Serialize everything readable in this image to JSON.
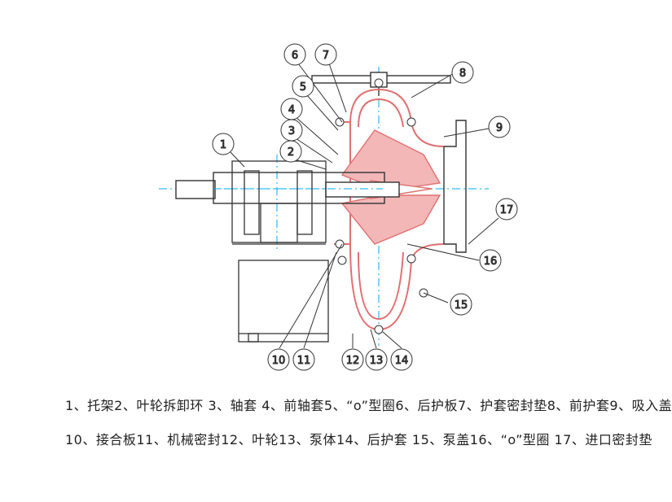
{
  "callouts": [
    "1",
    "2",
    "3",
    "4",
    "5",
    "6",
    "7",
    "8",
    "9",
    "10",
    "11",
    "12",
    "13",
    "14",
    "15",
    "16",
    "17"
  ],
  "legend": {
    "line1": "1、托架2、叶轮拆卸环 3、轴套 4、前轴套5、“o”型圈6、后护板7、护套密封垫8、前护套9、吸入盖",
    "line2": "10、接合板11、机械密封12、叶轮13、泵体14、后护套 15、泵盖16、“o”型圈 17、进口密封垫"
  },
  "colors": {
    "line": "#333333",
    "center": "#00aaff",
    "section": "#e07070",
    "section_fill": "#f3b7b7"
  }
}
